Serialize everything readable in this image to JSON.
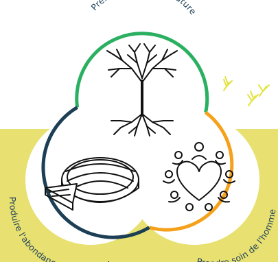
{
  "diagram": {
    "labels": {
      "top": "Prendre soin de la nature",
      "left": "Produire l'abondance  et partager",
      "right": "Prendre soin de l'homme"
    },
    "colors": {
      "green_ring": "#2bb061",
      "orange_ring": "#f5a11c",
      "navy_ring": "#1d3f55",
      "yellow_band": "#e8e172",
      "sprout": "#e2e43c",
      "text": "#1d3f55"
    },
    "icons": {
      "top": "tree-with-roots-icon",
      "left": "pie-tart-icon",
      "right": "heart-community-icon",
      "decor": "sprout-icon"
    }
  }
}
